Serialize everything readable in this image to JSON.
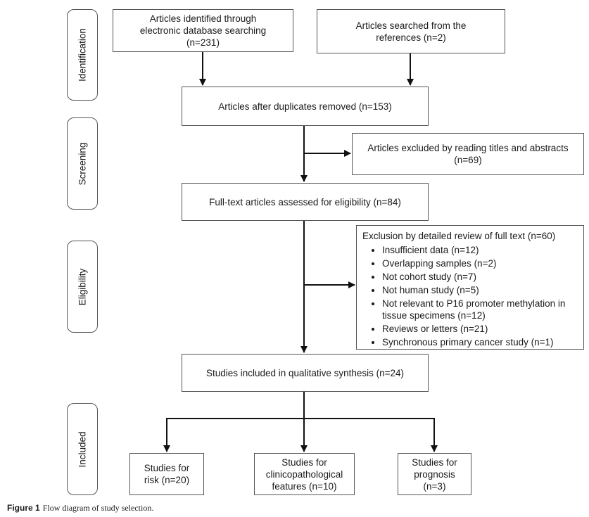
{
  "stages": {
    "identification": "Identification",
    "screening": "Screening",
    "eligibility": "Eligibility",
    "included": "Included"
  },
  "boxes": {
    "identified_db": "Articles identified through electronic database searching (n=231)",
    "from_refs": "Articles searched from the references (n=2)",
    "after_duplicates": "Articles after duplicates removed (n=153)",
    "excluded_titles": "Articles excluded by reading titles and abstracts (n=69)",
    "fulltext_assessed": "Full-text articles assessed for eligibility (n=84)",
    "included_qualitative": "Studies included in qualitative synthesis (n=24)",
    "risk": "Studies for risk (n=20)",
    "clinicopathological": "Studies for clinicopathological features (n=10)",
    "prognosis": "Studies for prognosis (n=3)"
  },
  "exclusion": {
    "title": "Exclusion by detailed review of full text (n=60)",
    "items": [
      "Insufficient data (n=12)",
      "Overlapping samples (n=2)",
      "Not cohort study (n=7)",
      "Not human study (n=5)",
      "Not relevant to P16 promoter methylation in tissue specimens (n=12)",
      "Reviews or letters (n=21)",
      "Synchronous primary cancer study (n=1)"
    ]
  },
  "caption": {
    "label": "Figure 1",
    "text": "Flow diagram of study selection."
  }
}
